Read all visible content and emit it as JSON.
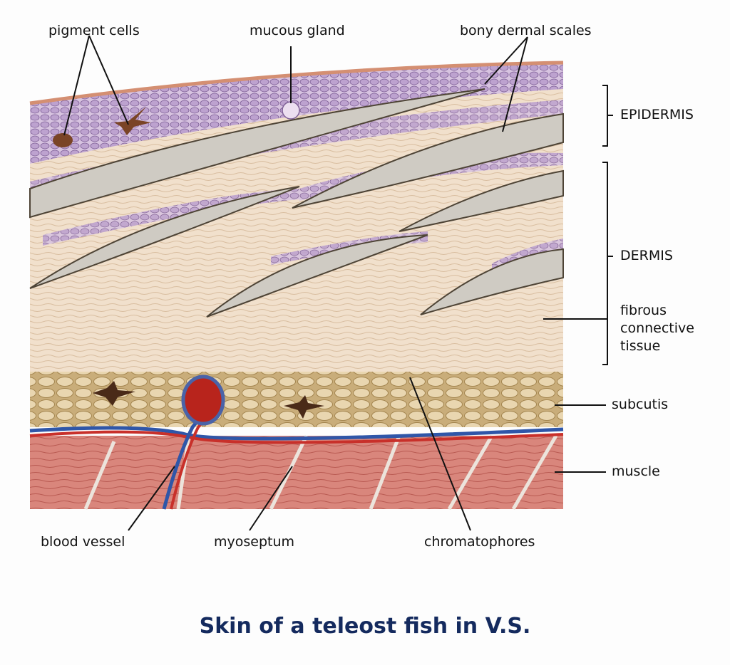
{
  "title": "Skin of a teleost fish in V.S.",
  "labels": {
    "pigment_cells": "pigment cells",
    "mucous_gland": "mucous gland",
    "bony_dermal_scales": "bony dermal scales",
    "epidermis": "EPIDERMIS",
    "dermis": "DERMIS",
    "fibrous_connective_tissue": [
      "fibrous",
      "connective",
      "tissue"
    ],
    "subcutis": "subcutis",
    "muscle": "muscle",
    "blood_vessel": "blood vessel",
    "myoseptum": "myoseptum",
    "chromatophores": "chromatophores"
  },
  "colors": {
    "title": "#142a5e",
    "epidermis": "#c9b3d6",
    "dermis": "#efdcc6",
    "subcutis": "#d9c49a",
    "muscle": "#d9837a",
    "artery": "#c8302a",
    "vein": "#2f56a8"
  }
}
